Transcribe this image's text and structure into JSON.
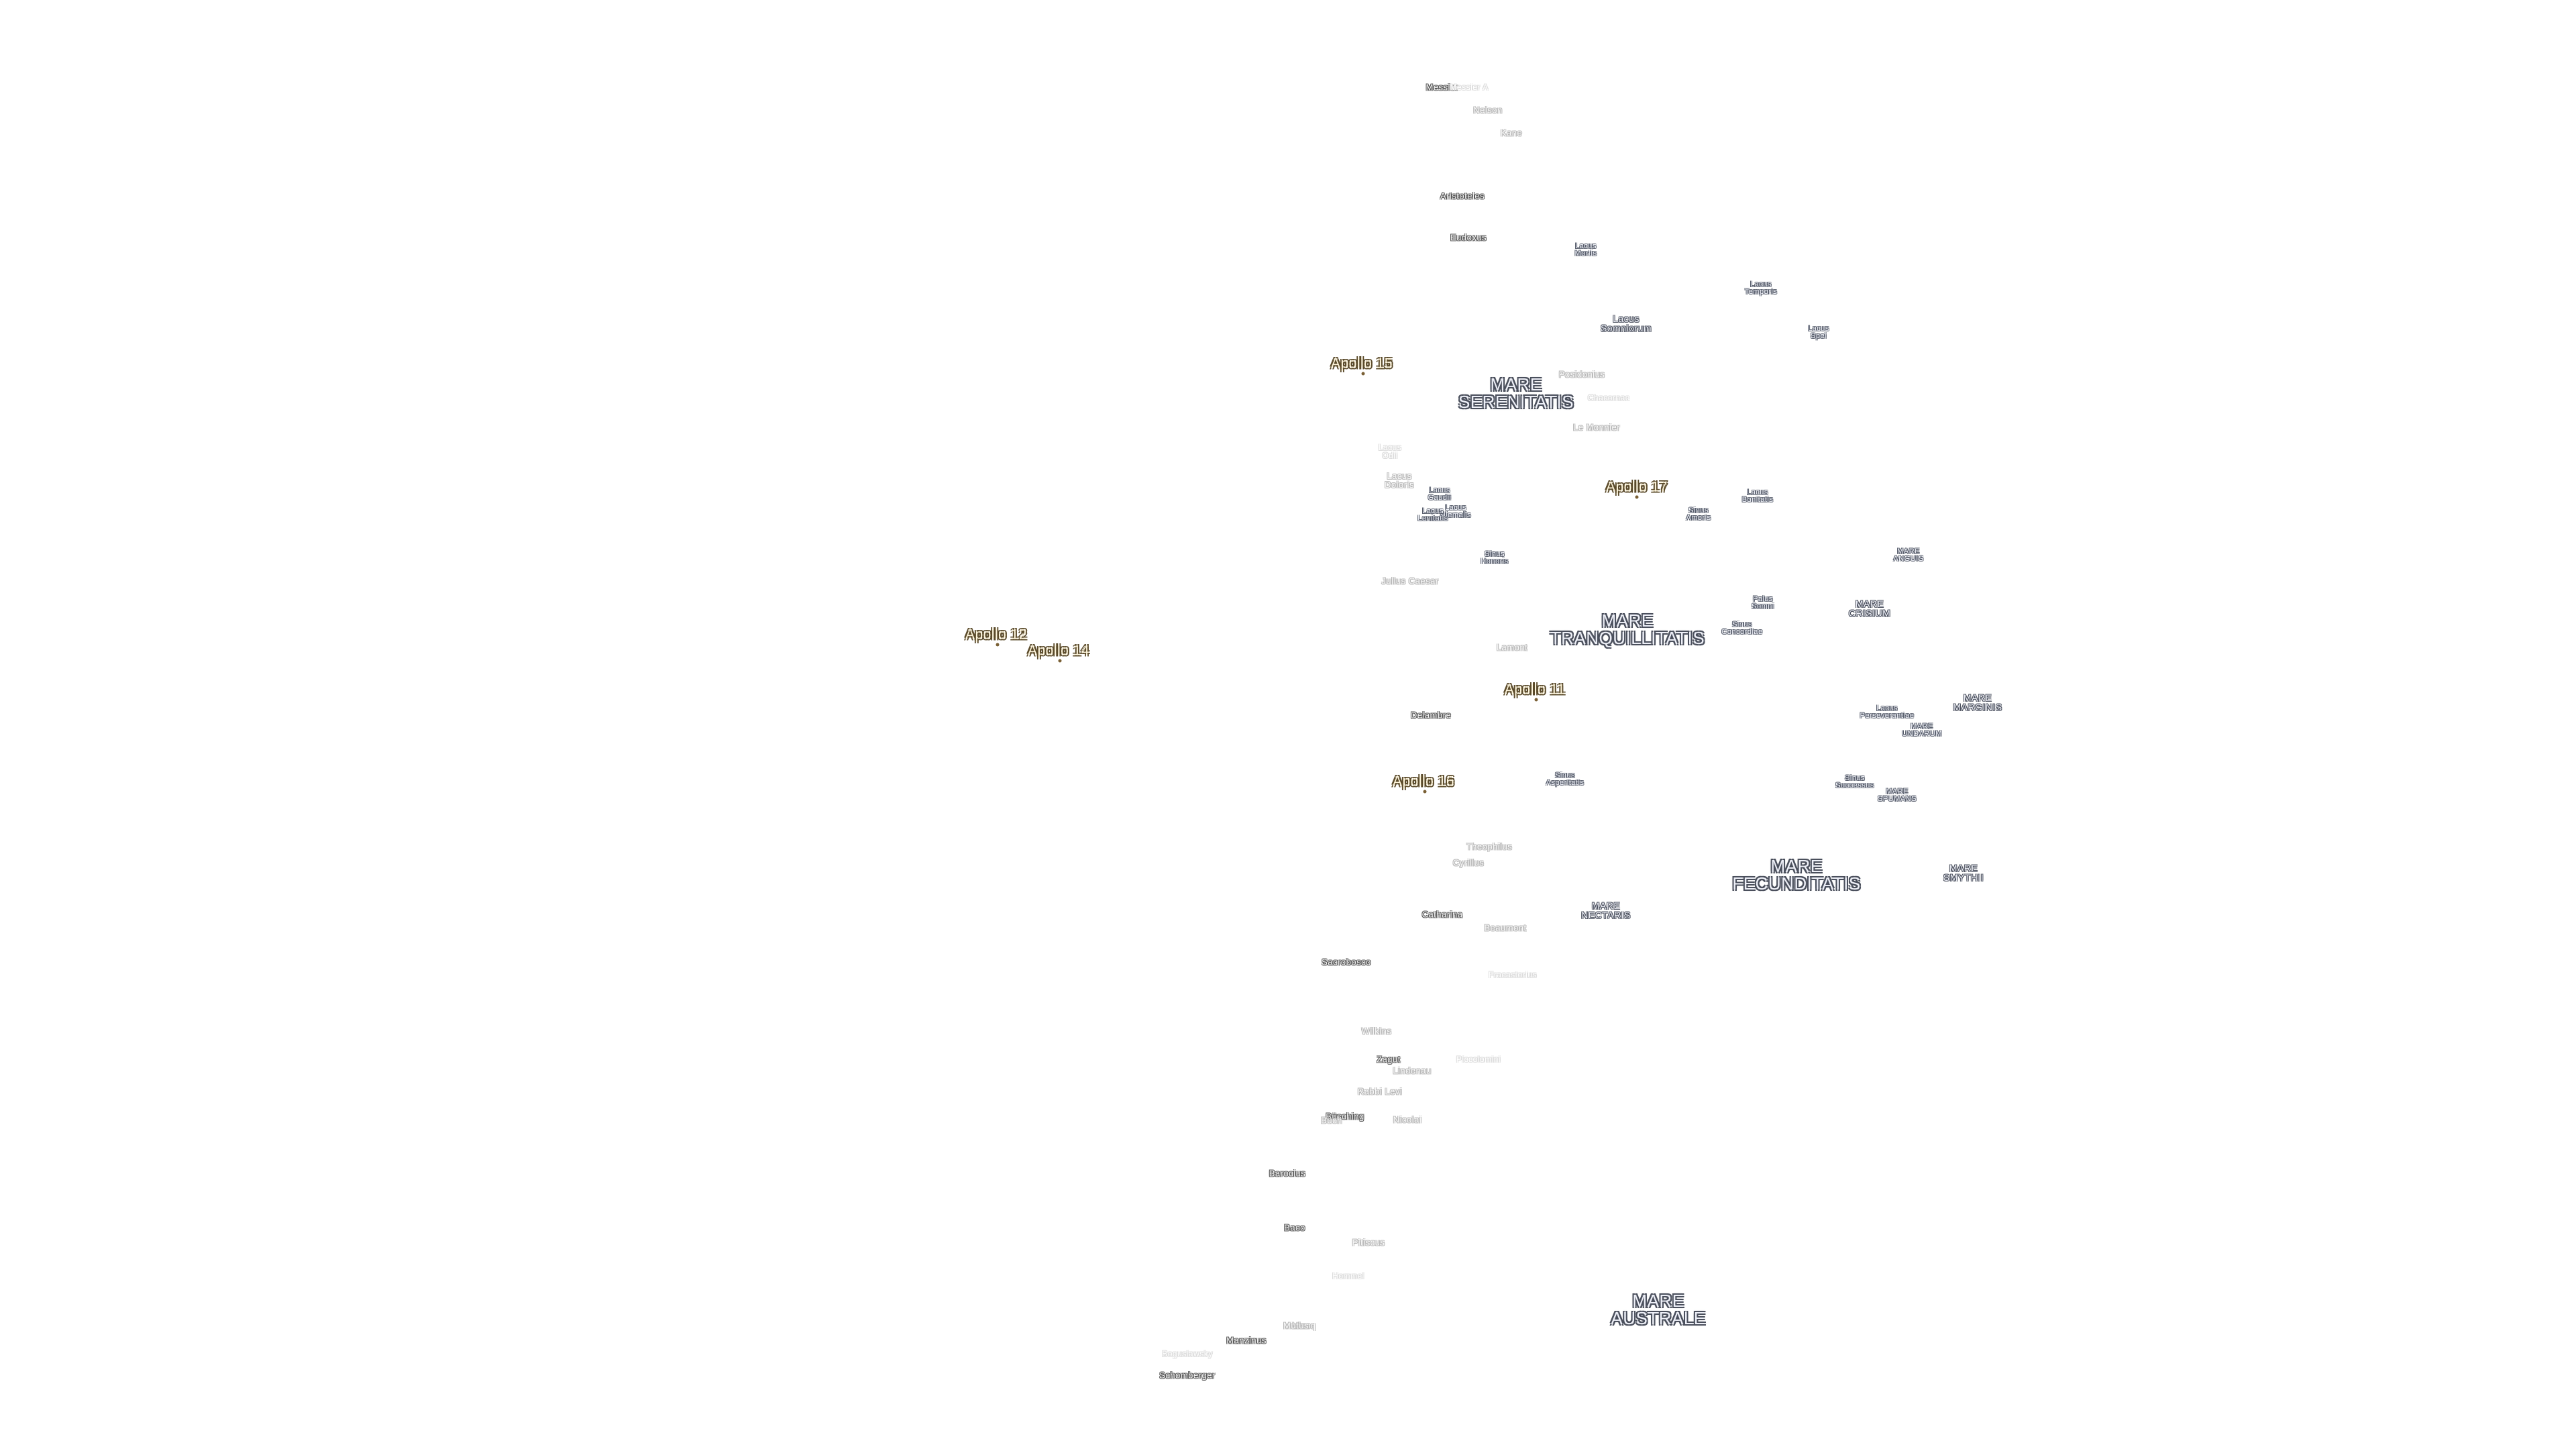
{
  "colors": {
    "background": "#ffffff",
    "mare_text": "#eef0f8",
    "mare_outline": "#4a4f5c",
    "crater_outline": "#555555",
    "apollo_text": "#fff6dc",
    "apollo_outline": "#5a4a2a"
  },
  "labels": [
    {
      "lines": [
        "Messier"
      ],
      "kind": "crater"
    },
    {
      "lines": [
        "Messier A"
      ],
      "kind": "vfaint"
    },
    {
      "lines": [
        "Nelson"
      ],
      "kind": "faint"
    },
    {
      "lines": [
        "Kane"
      ],
      "kind": "faint"
    },
    {
      "lines": [
        "Aristoteles"
      ],
      "kind": "crater"
    },
    {
      "lines": [
        "Eudoxus"
      ],
      "kind": "crater"
    },
    {
      "lines": [
        "Lacus",
        "Mortis"
      ],
      "kind": "lacus"
    },
    {
      "lines": [
        "Lacus",
        "Temporis"
      ],
      "kind": "lacus"
    },
    {
      "lines": [
        "Lacus",
        "Somniorum"
      ],
      "kind": "mare-sm"
    },
    {
      "lines": [
        "Lacus",
        "Spei"
      ],
      "kind": "lacus"
    },
    {
      "lines": [
        "Apollo 15"
      ],
      "kind": "apollo"
    },
    {
      "lines": [
        "Posidonius"
      ],
      "kind": "faint"
    },
    {
      "lines": [
        "MARE",
        "SERENITATIS"
      ],
      "kind": "mare"
    },
    {
      "lines": [
        "Chacornac"
      ],
      "kind": "vfaint"
    },
    {
      "lines": [
        "Le Monnier"
      ],
      "kind": "faint"
    },
    {
      "lines": [
        "Lacus",
        "Odii"
      ],
      "kind": "vfaint"
    },
    {
      "lines": [
        "Lacus",
        "Doloris"
      ],
      "kind": "faint"
    },
    {
      "lines": [
        "Lacus",
        "Gaudii"
      ],
      "kind": "lacus"
    },
    {
      "lines": [
        "Lacus",
        "Hiemalis"
      ],
      "kind": "lacus"
    },
    {
      "lines": [
        "Lacus",
        "Lenitatis"
      ],
      "kind": "lacus"
    },
    {
      "lines": [
        "Apollo 17"
      ],
      "kind": "apollo"
    },
    {
      "lines": [
        "Sinus",
        "Amoris"
      ],
      "kind": "lacus"
    },
    {
      "lines": [
        "Lacus",
        "Bonitatis"
      ],
      "kind": "lacus"
    },
    {
      "lines": [
        "MARE",
        "ANGUIS"
      ],
      "kind": "lacus"
    },
    {
      "lines": [
        "Sinus",
        "Honoris"
      ],
      "kind": "lacus"
    },
    {
      "lines": [
        "Julius Caesar"
      ],
      "kind": "faint"
    },
    {
      "lines": [
        "Palus",
        "Somni"
      ],
      "kind": "lacus"
    },
    {
      "lines": [
        "MARE",
        "CRISIUM"
      ],
      "kind": "mare-sm"
    },
    {
      "lines": [
        "MARE",
        "TRANQUILLITATIS"
      ],
      "kind": "mare"
    },
    {
      "lines": [
        "Sinus",
        "Concordiae"
      ],
      "kind": "lacus"
    },
    {
      "lines": [
        "Apollo 12"
      ],
      "kind": "apollo"
    },
    {
      "lines": [
        "Apollo 14"
      ],
      "kind": "apollo"
    },
    {
      "lines": [
        "Lamont"
      ],
      "kind": "faint"
    },
    {
      "lines": [
        "Apollo 11"
      ],
      "kind": "apollo"
    },
    {
      "lines": [
        "MARE",
        "MARGINIS"
      ],
      "kind": "mare-sm"
    },
    {
      "lines": [
        "Lacus",
        "Perseverantiae"
      ],
      "kind": "lacus"
    },
    {
      "lines": [
        "MARE",
        "UNDARUM"
      ],
      "kind": "lacus"
    },
    {
      "lines": [
        "Delambre"
      ],
      "kind": "crater"
    },
    {
      "lines": [
        "Apollo 16"
      ],
      "kind": "apollo"
    },
    {
      "lines": [
        "Sinus",
        "Asperitatis"
      ],
      "kind": "lacus"
    },
    {
      "lines": [
        "Sinus",
        "Successus"
      ],
      "kind": "lacus"
    },
    {
      "lines": [
        "MARE",
        "SPUMANS"
      ],
      "kind": "lacus"
    },
    {
      "lines": [
        "Theophilus"
      ],
      "kind": "faint"
    },
    {
      "lines": [
        "Cyrillus"
      ],
      "kind": "faint"
    },
    {
      "lines": [
        "MARE",
        "FECUNDITATIS"
      ],
      "kind": "mare"
    },
    {
      "lines": [
        "MARE",
        "SMYTHII"
      ],
      "kind": "mare-sm"
    },
    {
      "lines": [
        "MARE",
        "NECTARIS"
      ],
      "kind": "mare-sm"
    },
    {
      "lines": [
        "Catharina"
      ],
      "kind": "crater"
    },
    {
      "lines": [
        "Beaumont"
      ],
      "kind": "faint"
    },
    {
      "lines": [
        "Sacrobosco"
      ],
      "kind": "crater"
    },
    {
      "lines": [
        "Fracastorius"
      ],
      "kind": "vfaint"
    },
    {
      "lines": [
        "Wilkins"
      ],
      "kind": "faint"
    },
    {
      "lines": [
        "Zagut"
      ],
      "kind": "crater"
    },
    {
      "lines": [
        "Lindenau"
      ],
      "kind": "faint"
    },
    {
      "lines": [
        "Piccolomini"
      ],
      "kind": "vfaint"
    },
    {
      "lines": [
        "Rabbi Levi"
      ],
      "kind": "faint"
    },
    {
      "lines": [
        "Büsching"
      ],
      "kind": "crater"
    },
    {
      "lines": [
        "Buch"
      ],
      "kind": "faint"
    },
    {
      "lines": [
        "Nicolai"
      ],
      "kind": "faint"
    },
    {
      "lines": [
        "Barocius"
      ],
      "kind": "crater"
    },
    {
      "lines": [
        "Baco"
      ],
      "kind": "crater"
    },
    {
      "lines": [
        "Pitiscus"
      ],
      "kind": "faint"
    },
    {
      "lines": [
        "Hommel"
      ],
      "kind": "vfaint"
    },
    {
      "lines": [
        "MARE",
        "AUSTRALE"
      ],
      "kind": "mare"
    },
    {
      "lines": [
        "Vlacq"
      ],
      "kind": "faint"
    },
    {
      "lines": [
        "Manzinus"
      ],
      "kind": "crater"
    },
    {
      "lines": [
        "Mutus"
      ],
      "kind": "faint"
    },
    {
      "lines": [
        "Boguslawsky"
      ],
      "kind": "vfaint"
    },
    {
      "lines": [
        "Schomberger"
      ],
      "kind": "crater"
    }
  ]
}
